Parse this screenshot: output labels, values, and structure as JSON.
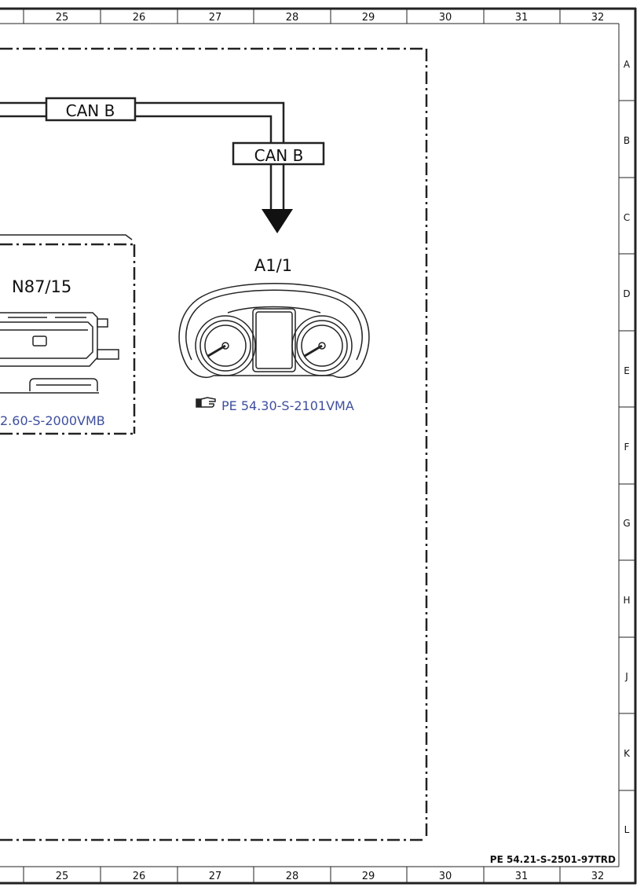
{
  "grid": {
    "columns": [
      "25",
      "26",
      "27",
      "28",
      "29",
      "30",
      "31",
      "32"
    ],
    "rows": [
      "A",
      "B",
      "C",
      "D",
      "E",
      "F",
      "G",
      "H",
      "J",
      "K",
      "L"
    ]
  },
  "connectors": {
    "can_b_left": "CAN B",
    "can_b_right": "CAN B"
  },
  "components": {
    "instrument_cluster": {
      "id": "A1/1",
      "reference": "PE 54.30-S-2101VMA",
      "reference_icon": "pointing-hand-icon"
    },
    "module_n87": {
      "id": "N87/15",
      "reference": "2.60-S-2000VMB"
    }
  },
  "document_id": "PE 54.21-S-2501-97TRD"
}
